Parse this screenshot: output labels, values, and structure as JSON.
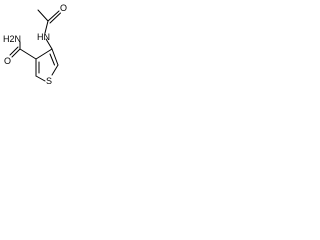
{
  "molecule": {
    "atoms": {
      "acetyl_oxygen": "O",
      "amide_nh": "HN",
      "carboxamide_n": "H2N",
      "carbonyl_oxygen": "O",
      "ring_sulfur": "S"
    }
  },
  "colors": {
    "bond": "#000000",
    "background": "#ffffff"
  }
}
